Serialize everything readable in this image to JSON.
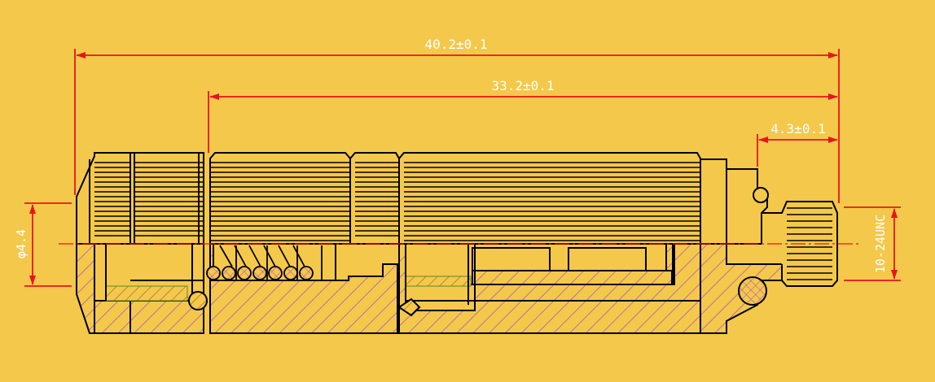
{
  "drawing": {
    "background_color": "#f4c84a",
    "outline_color": "#000000",
    "dimension_color": "#e8141c",
    "hatch_colors": [
      "#b05ab8",
      "#8a6a30"
    ],
    "centerline_color": "#e8141c",
    "dimensions": {
      "overall_length": "40.2±0.1",
      "inner_length": "33.2±0.1",
      "tip_length": "4.3±0.1",
      "left_diameter": "φ4.4",
      "thread_spec": "10-24UNC"
    }
  }
}
